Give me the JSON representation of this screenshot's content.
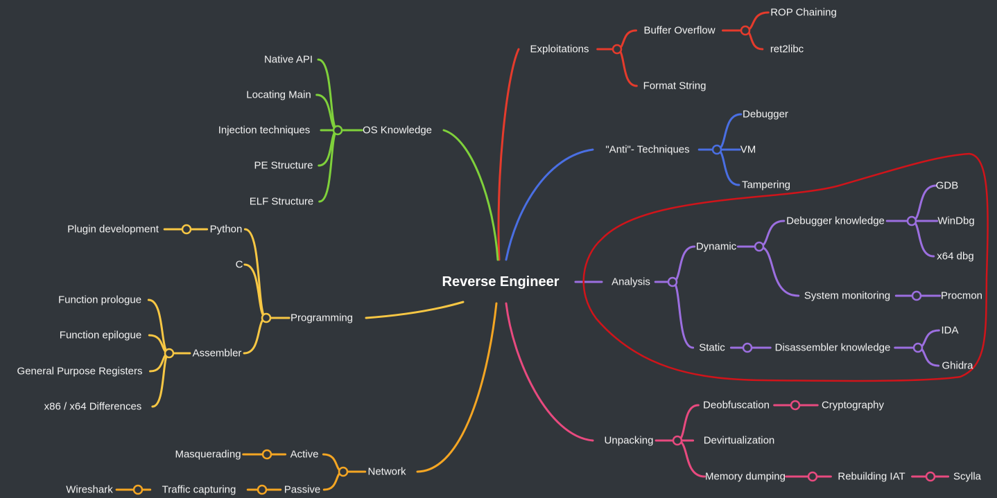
{
  "root": "Reverse Engineer",
  "colors": {
    "background": "#31363b",
    "exploitations": "#e53b2c",
    "anti": "#4a6fe3",
    "analysis": "#9c6fe0",
    "unpacking": "#e84a7f",
    "os": "#7fd13b",
    "programming": "#f7c744",
    "network": "#f5a623",
    "highlight": "#d0141a"
  },
  "branches": [
    {
      "id": "exploitations",
      "label": "Exploitations",
      "children": [
        {
          "id": "buffer-overflow",
          "label": "Buffer Overflow",
          "children": [
            {
              "id": "rop",
              "label": "ROP Chaining"
            },
            {
              "id": "ret2libc",
              "label": "ret2libc"
            }
          ]
        },
        {
          "id": "format-string",
          "label": "Format String"
        }
      ]
    },
    {
      "id": "anti",
      "label": "\"Anti\"- Techniques",
      "children": [
        {
          "id": "debugger",
          "label": "Debugger"
        },
        {
          "id": "vm",
          "label": "VM"
        },
        {
          "id": "tampering",
          "label": "Tampering"
        }
      ]
    },
    {
      "id": "analysis",
      "label": "Analysis",
      "children": [
        {
          "id": "dynamic",
          "label": "Dynamic",
          "children": [
            {
              "id": "debugger-knowledge",
              "label": "Debugger knowledge",
              "children": [
                {
                  "id": "gdb",
                  "label": "GDB"
                },
                {
                  "id": "windbg",
                  "label": "WinDbg"
                },
                {
                  "id": "x64dbg",
                  "label": "x64 dbg"
                }
              ]
            },
            {
              "id": "system-monitoring",
              "label": "System monitoring",
              "children": [
                {
                  "id": "procmon",
                  "label": "Procmon"
                }
              ]
            }
          ]
        },
        {
          "id": "static",
          "label": "Static",
          "children": [
            {
              "id": "disassembler-knowledge",
              "label": "Disassembler knowledge",
              "children": [
                {
                  "id": "ida",
                  "label": "IDA"
                },
                {
                  "id": "ghidra",
                  "label": "Ghidra"
                }
              ]
            }
          ]
        }
      ]
    },
    {
      "id": "unpacking",
      "label": "Unpacking",
      "children": [
        {
          "id": "deobfuscation",
          "label": "Deobfuscation",
          "children": [
            {
              "id": "cryptography",
              "label": "Cryptography"
            }
          ]
        },
        {
          "id": "devirtualization",
          "label": "Devirtualization"
        },
        {
          "id": "memory-dumping",
          "label": "Memory dumping",
          "children": [
            {
              "id": "rebuilding-iat",
              "label": "Rebuilding IAT",
              "children": [
                {
                  "id": "scylla",
                  "label": "Scylla"
                }
              ]
            }
          ]
        }
      ]
    },
    {
      "id": "os",
      "label": "OS Knowledge",
      "children": [
        {
          "id": "native-api",
          "label": "Native API"
        },
        {
          "id": "locating-main",
          "label": "Locating Main"
        },
        {
          "id": "injection",
          "label": "Injection techniques"
        },
        {
          "id": "pe",
          "label": "PE Structure"
        },
        {
          "id": "elf",
          "label": "ELF Structure"
        }
      ]
    },
    {
      "id": "programming",
      "label": "Programming",
      "children": [
        {
          "id": "python",
          "label": "Python",
          "children": [
            {
              "id": "plugin-dev",
              "label": "Plugin development"
            }
          ]
        },
        {
          "id": "c",
          "label": "C"
        },
        {
          "id": "assembler",
          "label": "Assembler",
          "children": [
            {
              "id": "fn-prologue",
              "label": "Function prologue"
            },
            {
              "id": "fn-epilogue",
              "label": "Function epilogue"
            },
            {
              "id": "gpr",
              "label": "General Purpose Registers"
            },
            {
              "id": "x86x64",
              "label": "x86 / x64 Differences"
            }
          ]
        }
      ]
    },
    {
      "id": "network",
      "label": "Network",
      "children": [
        {
          "id": "active",
          "label": "Active",
          "children": [
            {
              "id": "masquerading",
              "label": "Masquerading"
            }
          ]
        },
        {
          "id": "passive",
          "label": "Passive",
          "children": [
            {
              "id": "traffic-capturing",
              "label": "Traffic capturing",
              "children": [
                {
                  "id": "wireshark",
                  "label": "Wireshark"
                }
              ]
            }
          ]
        }
      ]
    }
  ]
}
